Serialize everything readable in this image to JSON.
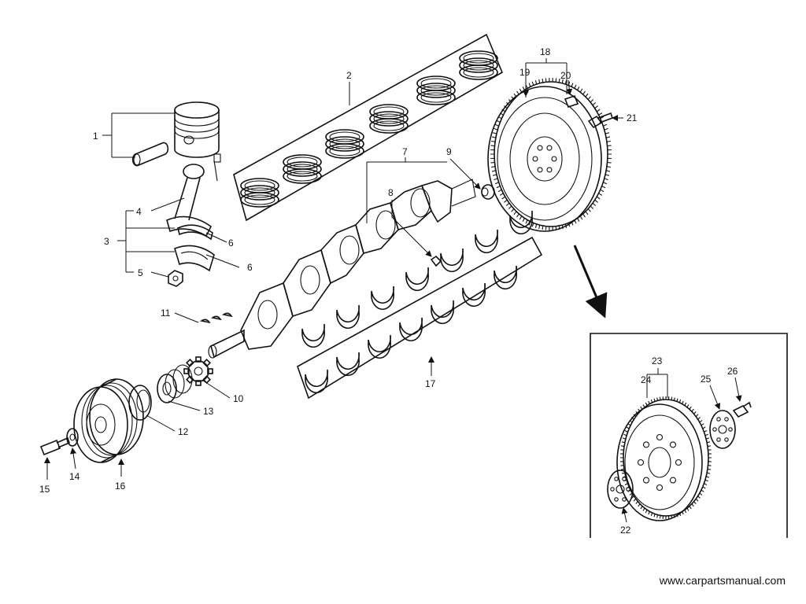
{
  "diagram": {
    "callouts": {
      "c1": "1",
      "c2": "2",
      "c3": "3",
      "c4": "4",
      "c5": "5",
      "c6a": "6",
      "c6b": "6",
      "c7": "7",
      "c8": "8",
      "c9": "9",
      "c10": "10",
      "c11": "11",
      "c12": "12",
      "c13": "13",
      "c14": "14",
      "c15": "15",
      "c16": "16",
      "c17": "17",
      "c18": "18",
      "c19": "19",
      "c20": "20",
      "c21": "21",
      "c22": "22",
      "c23": "23",
      "c24": "24",
      "c25": "25",
      "c26": "26"
    }
  },
  "footer": {
    "website": "www.carpartsmanual.com"
  }
}
